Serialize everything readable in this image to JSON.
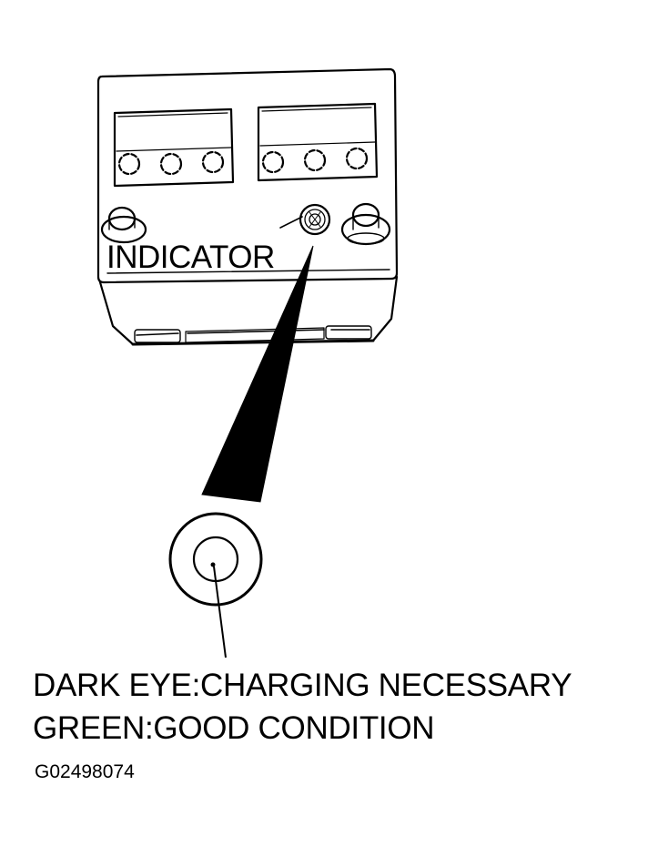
{
  "diagram": {
    "labels": {
      "indicator": "INDICATOR"
    },
    "legend": [
      "DARK EYE:CHARGING NECESSARY",
      "GREEN:GOOD CONDITION"
    ],
    "figure_code": "G02498074"
  }
}
